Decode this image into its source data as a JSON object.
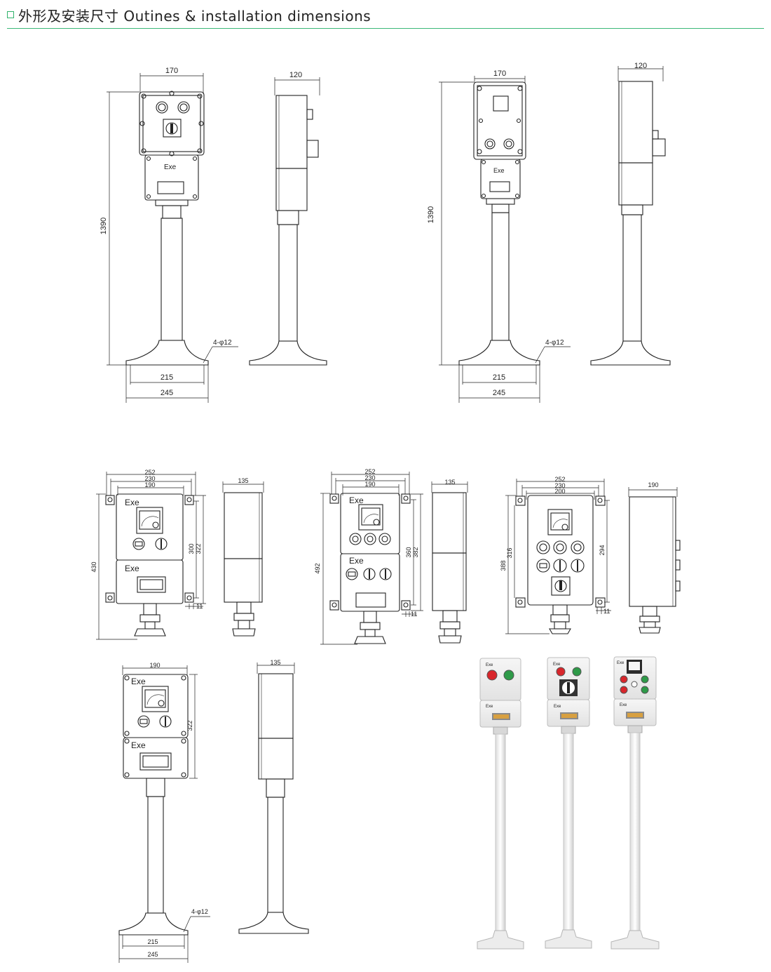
{
  "header": {
    "title": "外形及安装尺寸 Outines & installation dimensions",
    "accent_color": "#3cb878"
  },
  "drawings": {
    "upper_left_front": {
      "width": "170",
      "height": "1390",
      "base_inner": "215",
      "base_outer": "245",
      "holes": "4-φ12",
      "label": "Exe"
    },
    "upper_left_side": {
      "depth": "120"
    },
    "upper_right_front": {
      "width": "170",
      "height": "1390",
      "base_inner": "215",
      "base_outer": "245",
      "holes": "4-φ12",
      "label": "Exe"
    },
    "upper_right_side": {
      "depth": "120"
    },
    "middle_a_front": {
      "w1": "252",
      "w2": "230",
      "w3": "190",
      "h_total": "430",
      "h1": "300",
      "h2": "322",
      "foot": "11",
      "label_top": "Exe",
      "label_bottom": "Exe"
    },
    "middle_a_side": {
      "depth": "135"
    },
    "middle_b_front": {
      "w1": "252",
      "w2": "230",
      "w3": "190",
      "h_total": "492",
      "h1": "360",
      "h2": "382",
      "foot": "11",
      "label_top": "Exe",
      "label_bottom": "Exe"
    },
    "middle_b_side": {
      "depth": "135"
    },
    "middle_c_front": {
      "w1": "252",
      "w2": "230",
      "w3": "200",
      "h_total": "388",
      "h1": "316",
      "h2": "294",
      "foot": "11"
    },
    "middle_c_side": {
      "depth": "190"
    },
    "lower_front": {
      "width": "190",
      "height": "322",
      "base_inner": "215",
      "base_outer": "245",
      "holes": "4-φ12",
      "label_top": "Exe",
      "label_bottom": "Exe"
    },
    "lower_side": {
      "depth": "135"
    }
  },
  "photos": {
    "labels": [
      "Exe",
      "Exe",
      "Exe",
      "Exe",
      "Exe",
      "Exe"
    ],
    "colors": {
      "body": "#eeeeee",
      "button_red": "#d8262b",
      "button_green": "#2e9a48",
      "pole": "#f3f3f3"
    }
  }
}
